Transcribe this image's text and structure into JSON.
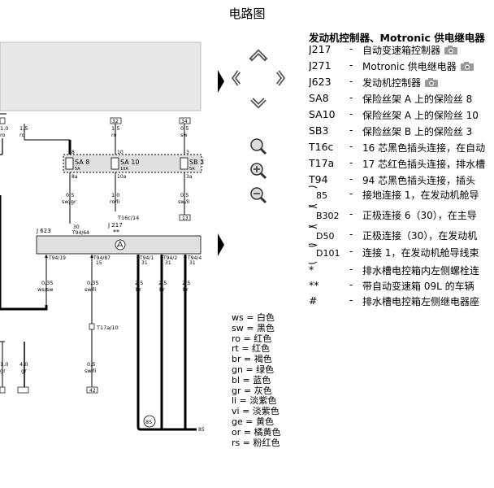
{
  "page_title": "电路图",
  "legend": {
    "header": "发动机控制器、Motronic 供电继电器",
    "rows": [
      {
        "code": "J217",
        "desc": "自动变速箱控制器",
        "camera": true
      },
      {
        "code": "J271",
        "desc": "Motronic 供电继电器",
        "camera": true
      },
      {
        "code": "J623",
        "desc": "发动机控制器",
        "camera": true
      },
      {
        "code": "SA8",
        "desc": "保险丝架 A 上的保险丝 8",
        "camera": false
      },
      {
        "code": "SA10",
        "desc": "保险丝架 A 上的保险丝 10",
        "camera": false
      },
      {
        "code": "SB3",
        "desc": "保险丝架 B 上的保险丝 3",
        "camera": false
      },
      {
        "code": "T16c",
        "desc": "16 芯黑色插头连接，在自动",
        "camera": false
      },
      {
        "code": "T17a",
        "desc": "17 芯红色插头连接，排水槽",
        "camera": false
      },
      {
        "code": "T94",
        "desc": "94 芯黑色插头连接，插头",
        "camera": false
      },
      {
        "code": "85",
        "desc": "接地连接 1，在发动机舱导",
        "ground": true
      },
      {
        "code": "B302",
        "desc": "正极连接 6（30），在主导",
        "ground": true
      },
      {
        "code": "D50",
        "desc": "正极连接（30），在发动机",
        "ground": true
      },
      {
        "code": "D101",
        "desc": "连接 1，在发动机舱导线束",
        "ground": true
      },
      {
        "code": "*",
        "desc": "排水槽电控箱内左侧螺栓连",
        "camera": false
      },
      {
        "code": "**",
        "desc": "带自动变速箱 09L 的车辆",
        "camera": false
      },
      {
        "code": "#",
        "desc": "排水槽电控箱左侧继电器座",
        "camera": false
      }
    ]
  },
  "wire_colors": [
    "ws = 白色",
    "sw = 黑色",
    "ro = 红色",
    "rt = 红色",
    "br = 褐色",
    "gn = 绿色",
    "bl = 蓝色",
    "gr = 灰色",
    "li = 淡紫色",
    "vi = 淡紫色",
    "ge = 黄色",
    "or = 橘黄色",
    "rs = 粉红色"
  ],
  "diagram": {
    "top_wires": [
      {
        "size": "1,0",
        "color": "ro"
      },
      {
        "size": "1,5",
        "color": "ro"
      },
      {
        "size": "1,5",
        "color": "ro"
      },
      {
        "size": "0,5",
        "color": "sw"
      }
    ],
    "top_terminals": [
      "",
      "",
      "32",
      "34"
    ],
    "fuses": [
      {
        "label": "SA 8",
        "rating": "5A",
        "pin_in": "8",
        "pin_out": "8a"
      },
      {
        "label": "SA 10",
        "rating": "10A",
        "pin_in": "10",
        "pin_out": "10a"
      },
      {
        "label": "SB 3",
        "rating": "5A",
        "pin_in": "3",
        "pin_out": "3a"
      }
    ],
    "mid_wires": [
      {
        "size": "0,5",
        "color": "sw/gr"
      },
      {
        "size": "1,0",
        "color": "ro/li"
      },
      {
        "size": "0,5",
        "color": "sw/li"
      }
    ],
    "t16c": "T16c/14",
    "term_13": "13",
    "j623": {
      "name": "J 623",
      "pin": "30",
      "conn": "T94/64"
    },
    "j217": {
      "name": "J 217",
      "mark": "**"
    },
    "bottom_pins": [
      "T94/19",
      "T94/87",
      "T94/1",
      "T94/2",
      "T94/4"
    ],
    "bottom_sub": [
      "",
      "15",
      "31",
      "31",
      "31"
    ],
    "bottom_wires": [
      {
        "size": "0,35",
        "color": "ws/sw"
      },
      {
        "size": "0,35",
        "color": "sw/li"
      },
      {
        "size": "2,5",
        "color": "br"
      },
      {
        "size": "2,5",
        "color": "br"
      },
      {
        "size": "2,5",
        "color": "br"
      }
    ],
    "t17a": "T17a/10",
    "low_wires": [
      {
        "size": "0,5",
        "color": "sw/li"
      },
      {
        "size": "1,0",
        "color": "gr"
      },
      {
        "size": "4,0",
        "color": "gr"
      }
    ],
    "low_terminals": [
      "",
      "",
      "",
      "42"
    ],
    "ground_85": "85",
    "ground_85_right": "85"
  }
}
